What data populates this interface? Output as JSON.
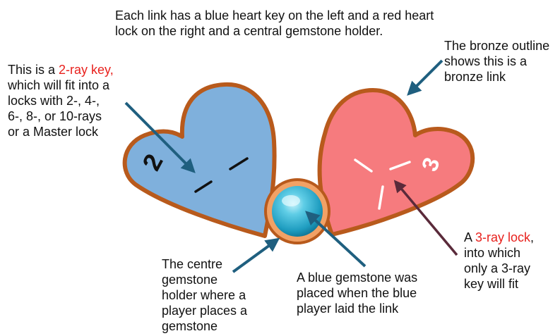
{
  "header": {
    "line1": "Each link has a blue heart key on the left and a red heart",
    "line2": "lock on the right and a central gemstone holder."
  },
  "key_callout": {
    "line1_pre": "This is a ",
    "line1_highlight": "2-ray key,",
    "line2": "which will fit into a",
    "line3": "locks with 2-, 4-,",
    "line4": "6-, 8-, or 10-rays",
    "line5": "or a Master lock"
  },
  "outline_callout": {
    "line1": "The bronze outline",
    "line2": "shows this is a",
    "line3": "bronze link"
  },
  "lock_callout": {
    "line1_pre": "A ",
    "line1_highlight": "3-ray lock",
    "line1_post": ",",
    "line2": "into which",
    "line3": "only a 3-ray",
    "line4": "key will fit"
  },
  "holder_callout": {
    "line1": "The centre",
    "line2": "gemstone",
    "line3": "holder where a",
    "line4": "player places a",
    "line5": "gemstone"
  },
  "gem_callout": {
    "line1": "A blue gemstone was",
    "line2": "placed when the blue",
    "line3": "player laid the link"
  },
  "key_heart": {
    "number": "2",
    "fill": "#7fb0dc",
    "rays": 2
  },
  "lock_heart": {
    "number": "3",
    "fill": "#f67b7e",
    "rays": 3
  },
  "colors": {
    "bronze_outline": "#b85a1c",
    "arrow": "#1f5f7f",
    "highlight": "#e8211d",
    "gem": "#2aa9c8"
  }
}
